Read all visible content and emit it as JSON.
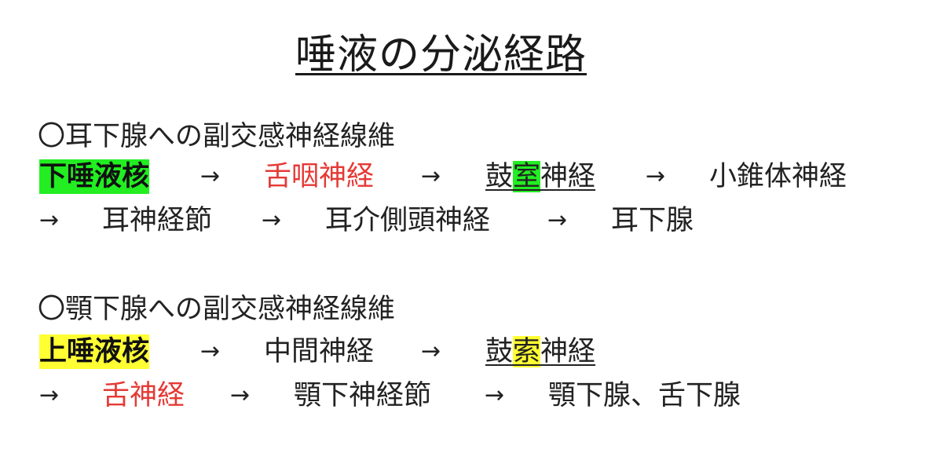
{
  "title": "唾液の分泌経路",
  "colors": {
    "text": "#222222",
    "accent_red": "#e53935",
    "highlight_green": "#22ee22",
    "highlight_yellow": "#ffff33"
  },
  "sections": [
    {
      "heading": "〇耳下腺への副交感神経線維",
      "rows": [
        {
          "items": [
            {
              "text": "下唾液核",
              "style": "highlight-green"
            },
            {
              "text": "→",
              "type": "arrow"
            },
            {
              "text": "舌咽神経",
              "style": "red"
            },
            {
              "text": "→",
              "type": "arrow"
            },
            {
              "parts": [
                "鼓",
                "室",
                "神経"
              ],
              "style": "underline",
              "highlight_part": "室",
              "highlight_color": "green"
            },
            {
              "text": "→",
              "type": "arrow"
            },
            {
              "text": "小錐体神経"
            }
          ]
        },
        {
          "items": [
            {
              "text": "→",
              "type": "arrow"
            },
            {
              "text": "耳神経節"
            },
            {
              "text": "→",
              "type": "arrow"
            },
            {
              "text": "耳介側頭神経"
            },
            {
              "text": "→",
              "type": "arrow"
            },
            {
              "text": "耳下腺"
            }
          ]
        }
      ]
    },
    {
      "heading": "〇顎下腺への副交感神経線維",
      "rows": [
        {
          "items": [
            {
              "text": "上唾液核",
              "style": "highlight-yellow"
            },
            {
              "text": "→",
              "type": "arrow"
            },
            {
              "text": "中間神経"
            },
            {
              "text": "→",
              "type": "arrow"
            },
            {
              "parts": [
                "鼓",
                "索",
                "神経"
              ],
              "style": "underline",
              "highlight_part": "索",
              "highlight_color": "yellow"
            }
          ]
        },
        {
          "items": [
            {
              "text": "→",
              "type": "arrow"
            },
            {
              "text": "舌神経",
              "style": "red"
            },
            {
              "text": "→",
              "type": "arrow"
            },
            {
              "text": "顎下神経節"
            },
            {
              "text": "→",
              "type": "arrow"
            },
            {
              "text": "顎下腺、舌下腺"
            }
          ]
        }
      ]
    }
  ]
}
